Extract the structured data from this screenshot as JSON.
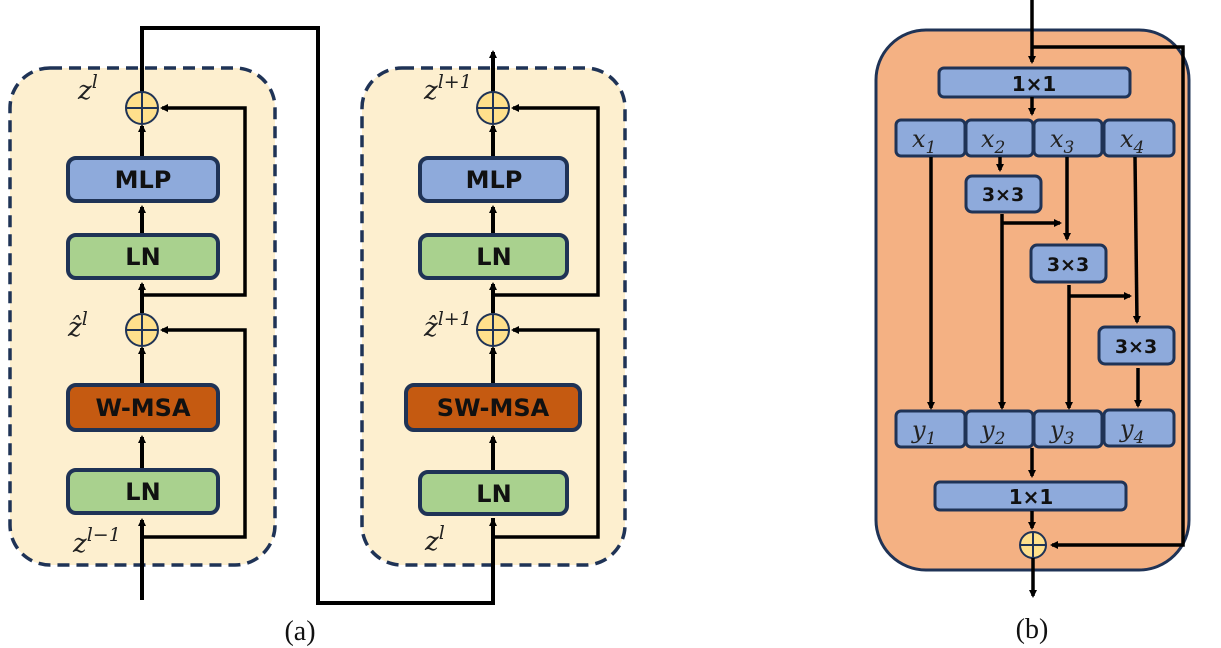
{
  "colors": {
    "block_fill": "#fdefcf",
    "block_border": "#1f3356",
    "mlp_fill": "#8eaadb",
    "ln_fill": "#a9d18e",
    "msa_fill": "#c55a11",
    "adder_fill": "#ffe08c",
    "res2net_fill": "#f4b183",
    "res2net_box_fill": "#8eaadb",
    "line": "#000000"
  },
  "panel_a": {
    "caption": "(a)",
    "block1": {
      "modules": [
        "LN",
        "W-MSA",
        "LN",
        "MLP"
      ],
      "input_label": {
        "base": "z",
        "sup": "l−1"
      },
      "mid_label": {
        "base": "ẑ",
        "sup": "l"
      },
      "output_label": {
        "base": "z",
        "sup": "l"
      }
    },
    "block2": {
      "modules": [
        "LN",
        "SW-MSA",
        "LN",
        "MLP"
      ],
      "input_label": {
        "base": "z",
        "sup": "l"
      },
      "mid_label": {
        "base": "ẑ",
        "sup": "l+1"
      },
      "output_label": {
        "base": "z",
        "sup": "l+1"
      }
    }
  },
  "panel_b": {
    "caption": "(b)",
    "top_conv": "1×1",
    "bottom_conv": "1×1",
    "splits": [
      {
        "base": "x",
        "sub": "1"
      },
      {
        "base": "x",
        "sub": "2"
      },
      {
        "base": "x",
        "sub": "3"
      },
      {
        "base": "x",
        "sub": "4"
      }
    ],
    "convs": [
      "3×3",
      "3×3",
      "3×3"
    ],
    "outputs": [
      {
        "base": "y",
        "sub": "1"
      },
      {
        "base": "y",
        "sub": "2"
      },
      {
        "base": "y",
        "sub": "3"
      },
      {
        "base": "y",
        "sub": "4"
      }
    ]
  }
}
